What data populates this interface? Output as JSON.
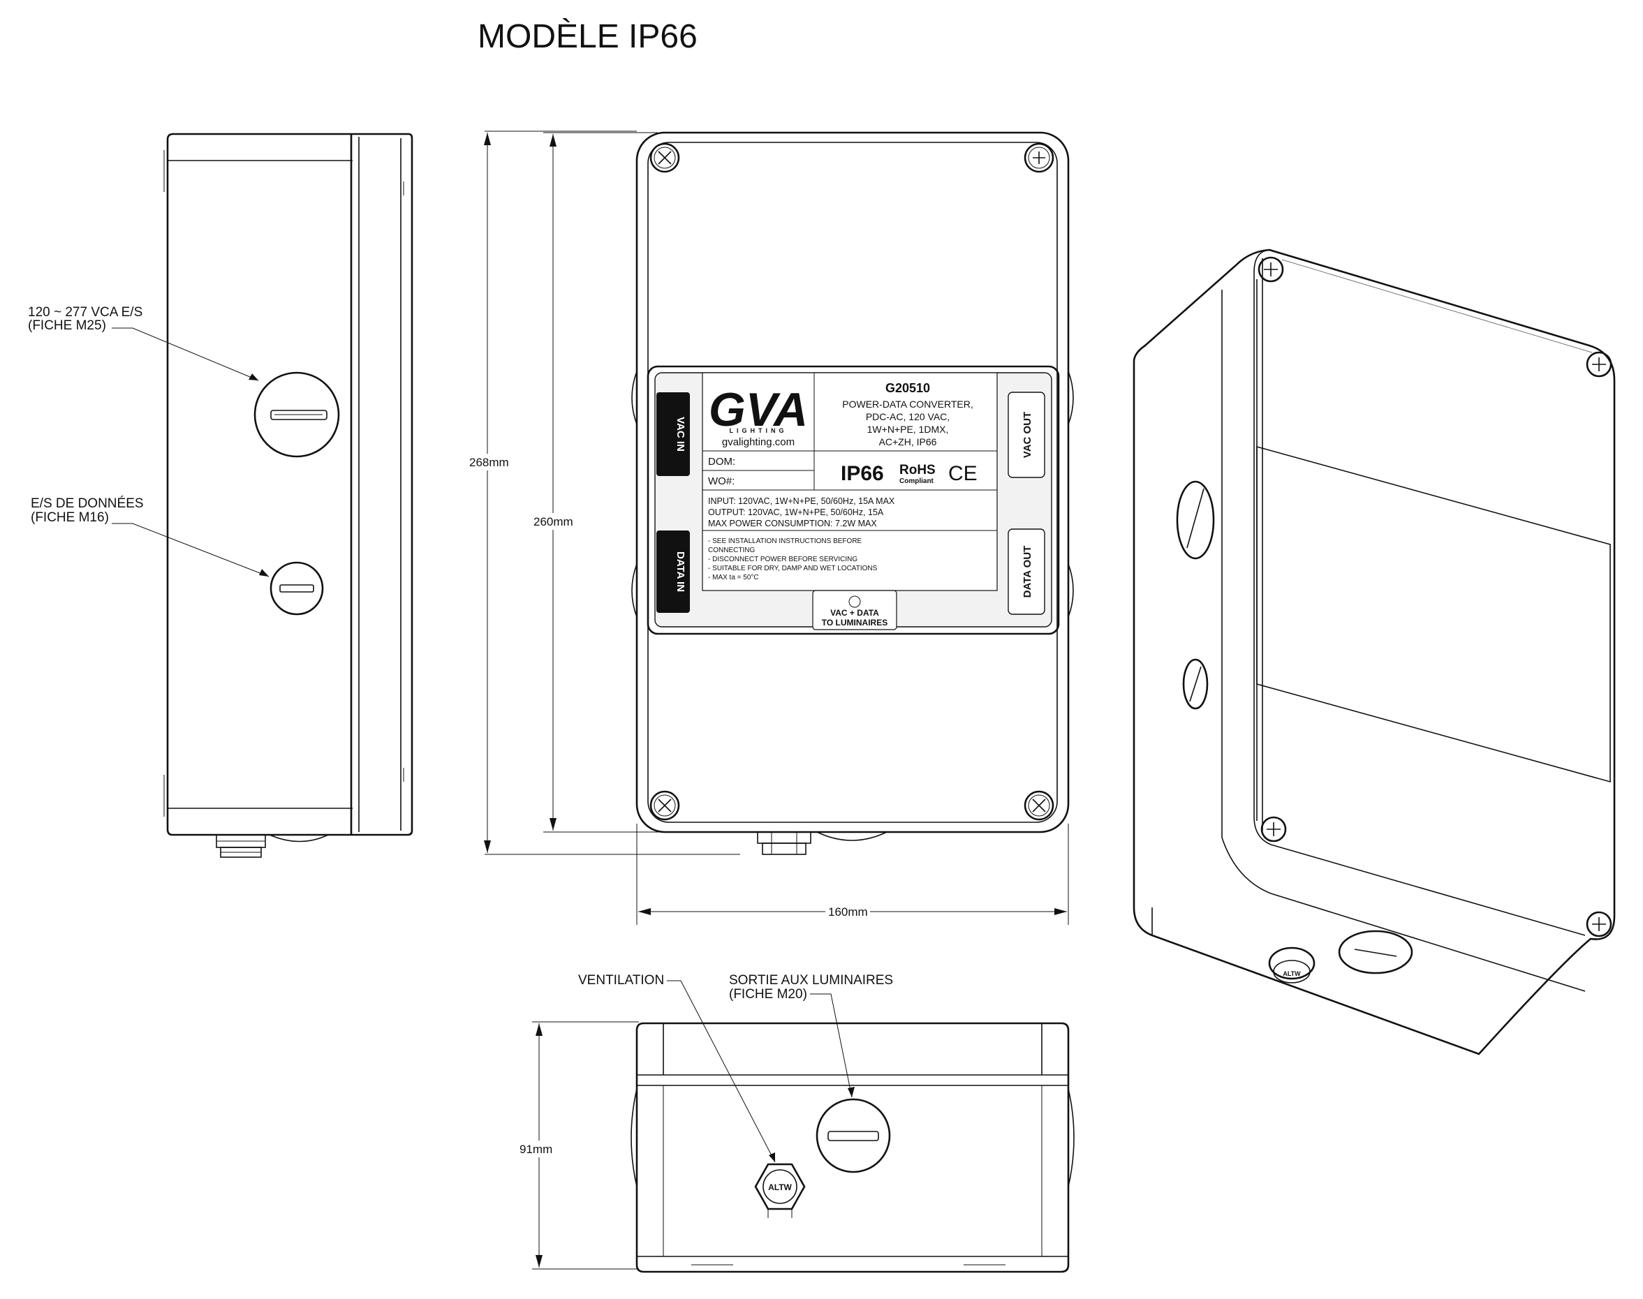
{
  "title": "MODÈLE IP66",
  "callouts": {
    "power_io": [
      "120 ~ 277 VCA E/S",
      "(FICHE M25)"
    ],
    "data_io": [
      "E/S DE DONNÉES",
      "(FICHE M16)"
    ],
    "ventilation": "VENTILATION",
    "luminaire_out": [
      "SORTIE AUX LUMINAIRES",
      "(FICHE M20)"
    ]
  },
  "dimensions": {
    "overall_height": "268mm",
    "body_height": "260mm",
    "width": "160mm",
    "depth": "91mm"
  },
  "label": {
    "brand": "GVA",
    "brand_sub": "LIGHTING",
    "website": "gvalighting.com",
    "model": "G20510",
    "desc": [
      "POWER-DATA CONVERTER,",
      "PDC-AC, 120 VAC,",
      "1W+N+PE, 1DMX,",
      "AC+ZH, IP66"
    ],
    "dom": "DOM:",
    "wo": "WO#:",
    "rating": "IP66",
    "rohs": "RoHS",
    "rohs_sub": "Compliant",
    "ce": "CE",
    "specs": [
      "INPUT: 120VAC, 1W+N+PE, 50/60Hz, 15A MAX",
      "OUTPUT: 120VAC, 1W+N+PE, 50/60Hz, 15A",
      "MAX POWER CONSUMPTION: 7.2W MAX"
    ],
    "notes": [
      "- SEE INSTALLATION INSTRUCTIONS BEFORE",
      "  CONNECTING",
      "- DISCONNECT POWER BEFORE SERVICING",
      "- SUITABLE FOR DRY, DAMP AND WET LOCATIONS",
      "- MAX ta = 50°C"
    ],
    "vac_in": "VAC IN",
    "data_in": "DATA IN",
    "vac_out": "VAC OUT",
    "data_out": "DATA OUT",
    "luminaires": [
      "VAC + DATA",
      "TO LUMINAIRES"
    ]
  },
  "gland_marking": "ALTW"
}
